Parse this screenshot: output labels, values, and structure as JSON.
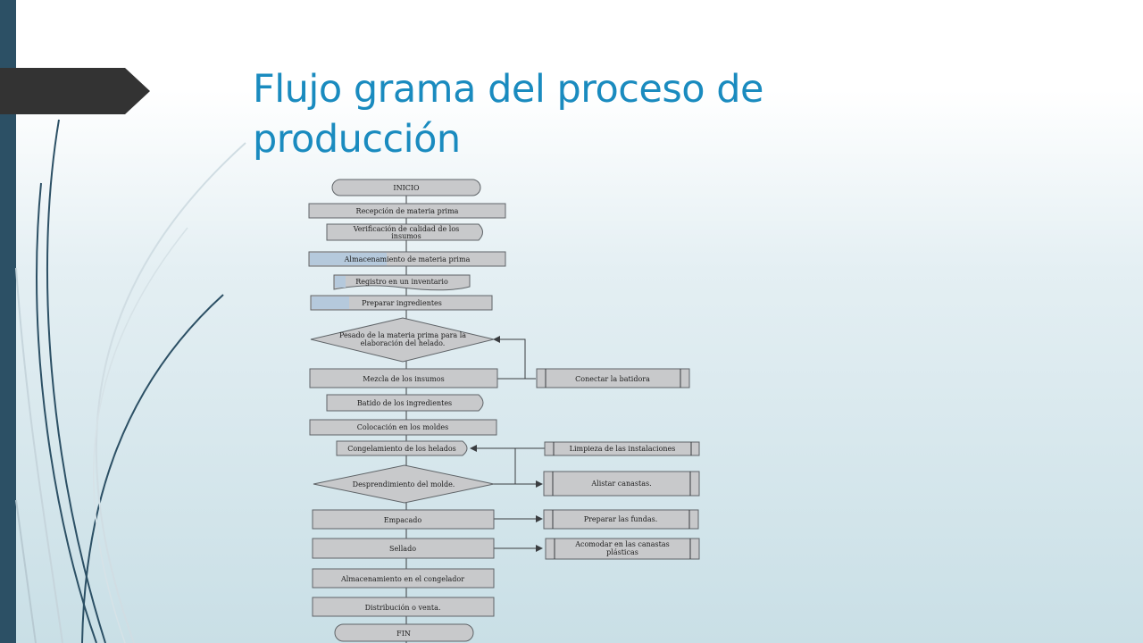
{
  "slide": {
    "title": "Flujo grama del proceso de producción"
  },
  "flowchart": {
    "inicio": "INICIO",
    "s1": "Recepción de materia prima",
    "s2a": "Verificación de calidad de los",
    "s2b": "insumos",
    "s3": "Almacenamiento de materia prima",
    "s4": "Registro en un inventario",
    "s5": "Preparar ingredientes",
    "d1a": "Pesado de la materia prima para la",
    "d1b": "elaboración del helado.",
    "s6": "Mezcla de los insumos",
    "s7": "Batido de los ingredientes",
    "s8": "Colocación en los moldes",
    "s9": "Congelamiento de los helados",
    "d2": "Desprendimiento del molde.",
    "s10": "Empacado",
    "s11": "Sellado",
    "s12": "Almacenamiento en el congelador",
    "s13": "Distribución o venta.",
    "fin": "FIN",
    "side1": "Conectar la batidora",
    "side2": "Limpieza de las instalaciones",
    "side3": "Alistar canastas.",
    "side4": "Preparar las fundas.",
    "side5a": "Acomodar en las canastas",
    "side5b": "plásticas"
  },
  "colors": {
    "title": "#1a8bbf",
    "left_bar": "#2c5065",
    "tab": "#333333"
  }
}
